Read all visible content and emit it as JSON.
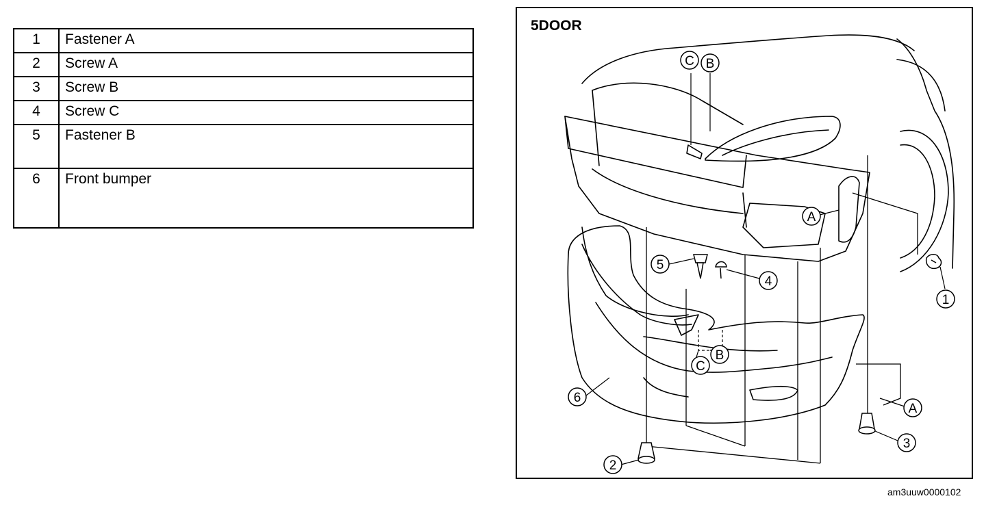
{
  "parts_table": {
    "rows": [
      {
        "number": "1",
        "name": "Fastener A"
      },
      {
        "number": "2",
        "name": "Screw A"
      },
      {
        "number": "3",
        "name": "Screw B"
      },
      {
        "number": "4",
        "name": "Screw C"
      },
      {
        "number": "5",
        "name": "Fastener B"
      },
      {
        "number": "6",
        "name": "Front bumper"
      }
    ]
  },
  "diagram": {
    "title": "5DOOR",
    "callouts": {
      "fastener_a": "1",
      "screw_a": "2",
      "screw_b": "3",
      "screw_c": "4",
      "fastener_b": "5",
      "front_bumper": "6"
    },
    "location_labels": {
      "a": "A",
      "b": "B",
      "c": "C"
    }
  },
  "figure_code": "am3uuw0000102",
  "colors": {
    "ink": "#000000",
    "paper": "#ffffff"
  }
}
